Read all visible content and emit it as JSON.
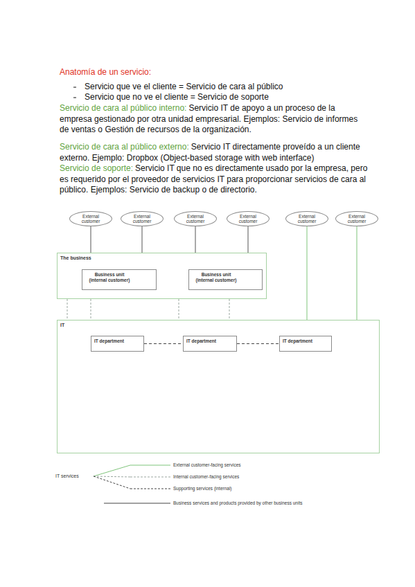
{
  "diagram": {
    "title": "Anatomía de un servicio:",
    "nodes": [
      {
        "text": [
          "External customer"
        ]
      },
      {
        "text": [
          "External customer"
        ]
      },
      {
        "text": [
          "External customer"
        ]
      },
      {
        "text": [
          "External customer"
        ]
      },
      {
        "text": [
          "External customer"
        ]
      },
      {
        "text": [
          "External customer"
        ]
      },
      {
        "text": [
          "The business"
        ]
      },
      {
        "text": [
          "Business unit (internal customer)"
        ],
        "in": 6
      },
      {
        "text": [
          "Business unit (internal customer)"
        ],
        "in": 6
      },
      {
        "text": [
          "IT"
        ]
      },
      {
        "text": [
          "IT department"
        ],
        "in": 9
      },
      {
        "text": [
          "IT department"
        ],
        "in": 9
      },
      {
        "text": [
          "IT department"
        ],
        "in": 9
      }
    ],
    "edges": [
      {
        "from": 0,
        "to": 6,
        "arrow": "none"
      },
      {
        "from": 1,
        "to": 6,
        "arrow": "none"
      },
      {
        "from": 2,
        "to": 6,
        "arrow": "none"
      },
      {
        "from": 3,
        "to": 6,
        "arrow": "none"
      },
      {
        "from": 4,
        "to": 9,
        "arrow": "none"
      },
      {
        "from": 5,
        "to": 9,
        "arrow": "none"
      },
      {
        "from": 6,
        "to": 9,
        "arrow": "none"
      },
      {
        "from": 6,
        "to": 9,
        "arrow": "none"
      },
      {
        "from": 6,
        "to": 9,
        "arrow": "none"
      },
      {
        "from": 6,
        "to": 9,
        "arrow": "none"
      },
      {
        "from": 10,
        "to": 11,
        "arrow": "none"
      },
      {
        "from": 11,
        "to": 12,
        "arrow": "none"
      }
    ],
    "labels": [
      "Servicio que ve el cliente = Servicio de cara al público",
      "Servicio que no ve el cliente = Servicio de soporte",
      "Servicio de cara al público interno:",
      "Servicio IT de apoyo a un proceso de la empresa gestionado por otra unidad empresarial. Ejemplos: Servicio de informes de ventas o Gestión de recursos de la organización.",
      "Servicio de cara al público externo:",
      "Servicio IT directamente proveído a un cliente externo. Ejemplo: Dropbox (Object-based storage with web interface)",
      "Servicio de soporte:",
      "Servicio IT que no es directamente usado por la empresa, pero es requerido por el proveedor de servicios IT para proporcionar servicios de cara al público. Ejemplos: Servicio de backup o de directorio.",
      "IT services"
    ],
    "legend": [
      {
        "text": "External customer-facing services"
      },
      {
        "text": "Internal customer-facing services"
      },
      {
        "text": "Supporting services (internal)"
      },
      {
        "text": "Business services and products provided by other business units"
      }
    ]
  }
}
